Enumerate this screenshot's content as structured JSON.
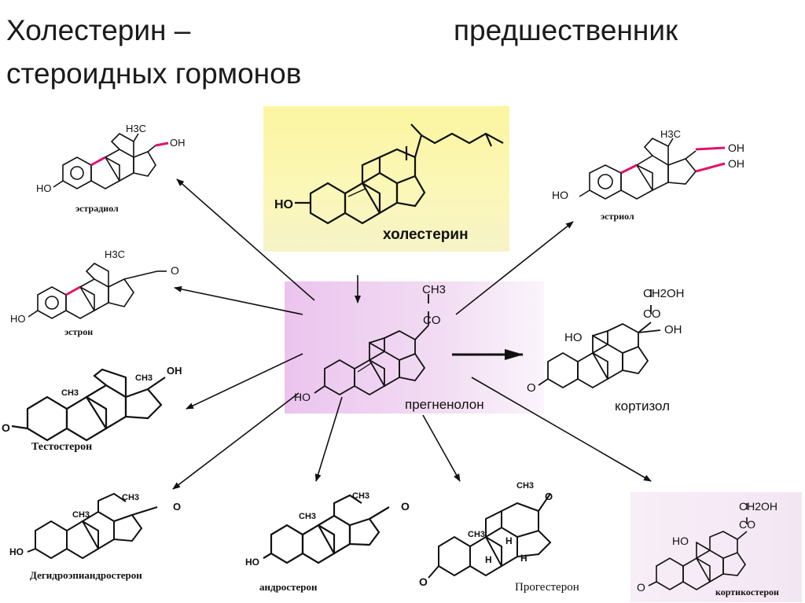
{
  "title": {
    "part1": "Холестерин –",
    "part2": "предшественник",
    "part3": "стероидных гормонов"
  },
  "molecules": {
    "cholesterol": "холестерин",
    "pregnenolone": "прегненолон",
    "cortisol": "кортизол",
    "estradiol": "эстрадиол",
    "estrone": "эстрон",
    "estriol": "эстриол",
    "testosterone": "Тестостерон",
    "dhea": "Дегидроэпиандростерон",
    "androsterone": "андростерон",
    "progesterone": "Прогестерон",
    "corticosterone": "кортикостерон"
  },
  "groups": {
    "ho": "HO",
    "oh": "OH",
    "o": "O",
    "h": "H",
    "h3c": "H3C",
    "ch3": "CH3",
    "co": "CO",
    "ch2oh": "CH2OH"
  },
  "colors": {
    "cholesterol_bg": "#fbf6a0",
    "pregnenolone_bg": "#ebc4ee",
    "highlight_bond": "#e0136a",
    "line": "#111111"
  }
}
